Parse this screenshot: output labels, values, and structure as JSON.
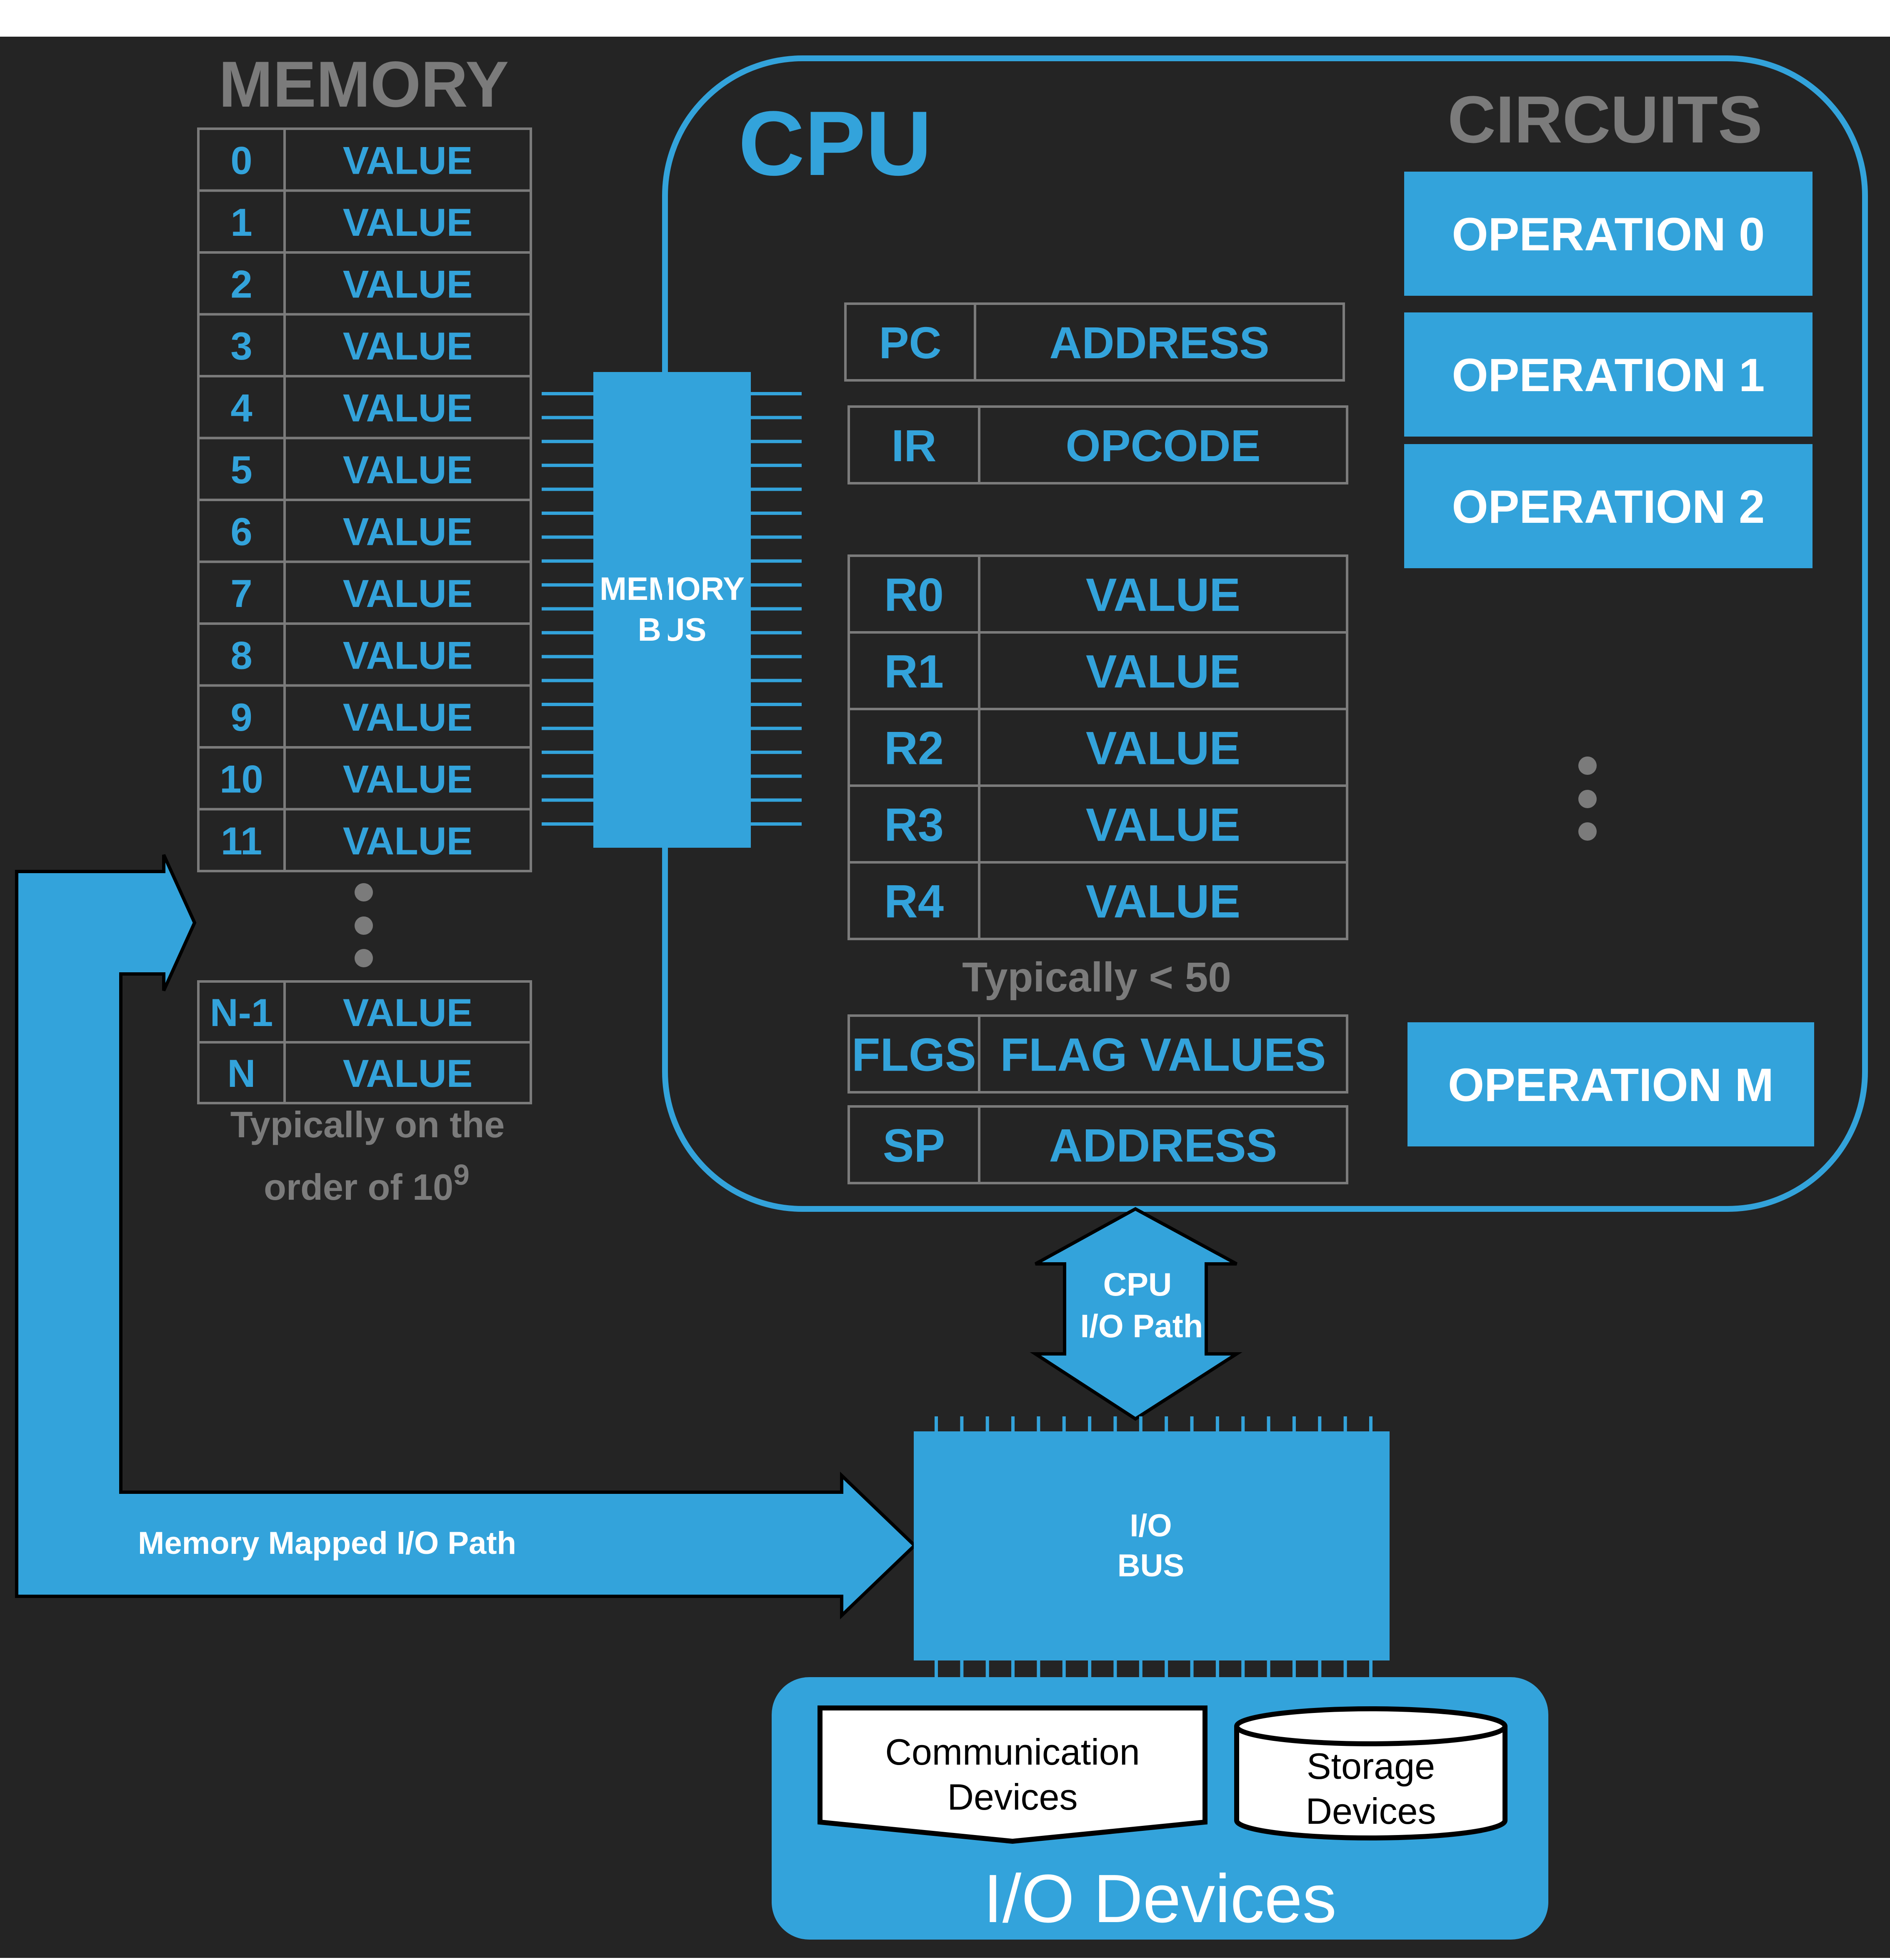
{
  "colors": {
    "background": "#242424",
    "accent": "#33a3db",
    "gray": "#7b7b7b",
    "white": "#ffffff",
    "black": "#000000"
  },
  "memory": {
    "title": "MEMORY",
    "rows": [
      {
        "address": "0",
        "value": "VALUE"
      },
      {
        "address": "1",
        "value": "VALUE"
      },
      {
        "address": "2",
        "value": "VALUE"
      },
      {
        "address": "3",
        "value": "VALUE"
      },
      {
        "address": "4",
        "value": "VALUE"
      },
      {
        "address": "5",
        "value": "VALUE"
      },
      {
        "address": "6",
        "value": "VALUE"
      },
      {
        "address": "7",
        "value": "VALUE"
      },
      {
        "address": "8",
        "value": "VALUE"
      },
      {
        "address": "9",
        "value": "VALUE"
      },
      {
        "address": "10",
        "value": "VALUE"
      },
      {
        "address": "11",
        "value": "VALUE"
      }
    ],
    "tail_rows": [
      {
        "address": "N-1",
        "value": "VALUE"
      },
      {
        "address": "N",
        "value": "VALUE"
      }
    ],
    "note_line1": "Typically on the",
    "note_line2": "order of 10",
    "note_superscript": "9"
  },
  "memory_bus": {
    "line1": "MEMORY",
    "line2": "BUS"
  },
  "cpu": {
    "title": "CPU",
    "special_registers": [
      {
        "name": "PC",
        "value": "ADDRESS"
      },
      {
        "name": "IR",
        "value": "OPCODE"
      }
    ],
    "registers": [
      {
        "name": "R0",
        "value": "VALUE"
      },
      {
        "name": "R1",
        "value": "VALUE"
      },
      {
        "name": "R2",
        "value": "VALUE"
      },
      {
        "name": "R3",
        "value": "VALUE"
      },
      {
        "name": "R4",
        "value": "VALUE"
      }
    ],
    "registers_note": "Typically < 50",
    "flags": {
      "name": "FLGS",
      "value": "FLAG VALUES"
    },
    "stack_pointer": {
      "name": "SP",
      "value": "ADDRESS"
    }
  },
  "circuits": {
    "title": "CIRCUITS",
    "operations": [
      "OPERATION 0",
      "OPERATION 1",
      "OPERATION 2"
    ],
    "last_operation": "OPERATION M"
  },
  "cpu_io_path": {
    "line1": "CPU",
    "line2": "I/O Path"
  },
  "memory_mapped_path": {
    "label": "Memory Mapped I/O Path"
  },
  "io_bus": {
    "line1": "I/O",
    "line2": "BUS"
  },
  "io_devices": {
    "title": "I/O Devices",
    "communication": {
      "line1": "Communication",
      "line2": "Devices"
    },
    "storage": {
      "line1": "Storage",
      "line2": "Devices"
    }
  }
}
